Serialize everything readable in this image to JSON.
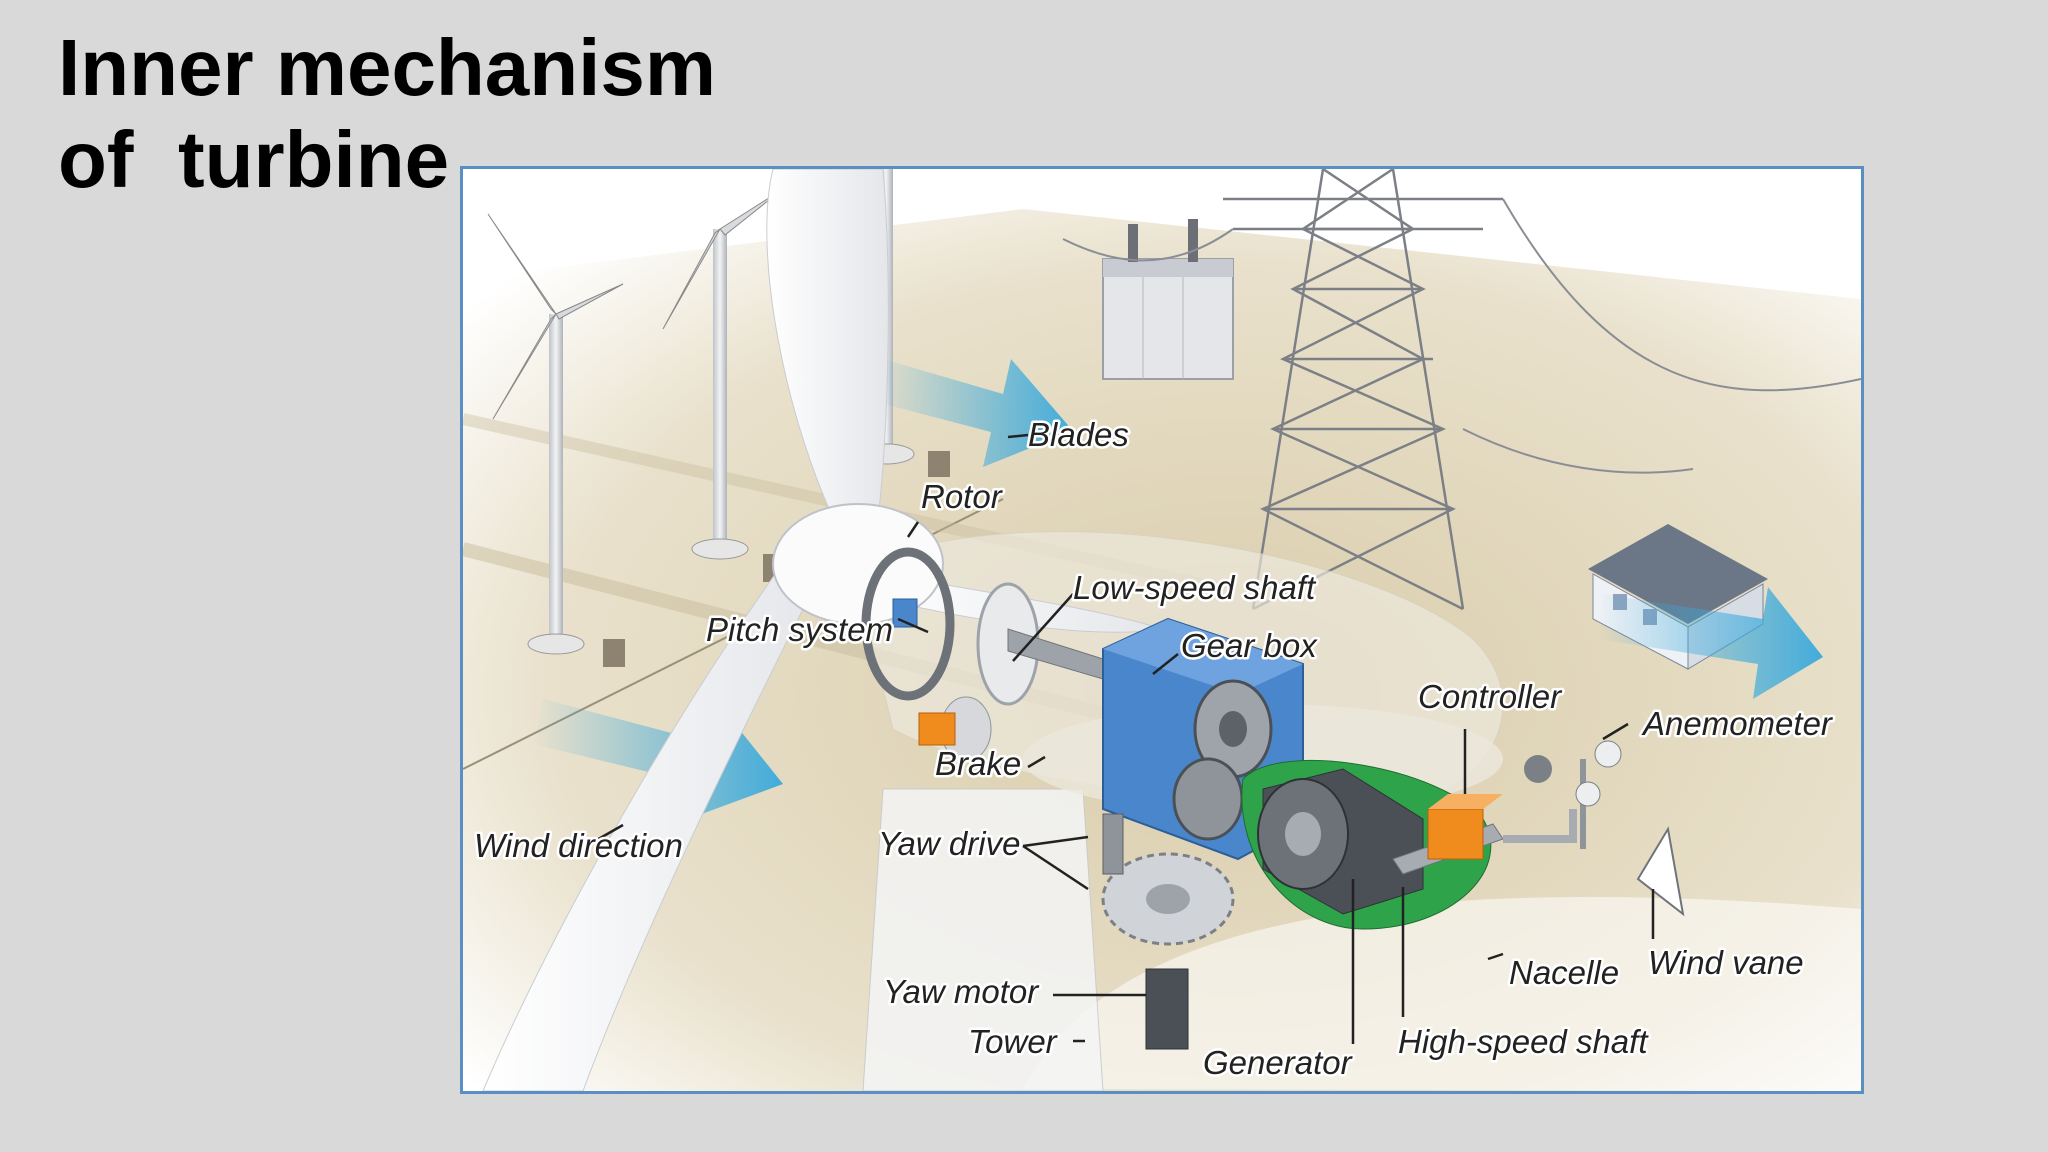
{
  "slide": {
    "title_line1": "Inner mechanism",
    "title_line2": "of  turbine"
  },
  "diagram": {
    "labels": {
      "blades": "Blades",
      "rotor": "Rotor",
      "pitch_system": "Pitch system",
      "low_speed_shaft": "Low-speed shaft",
      "gear_box": "Gear box",
      "controller": "Controller",
      "anemometer": "Anemometer",
      "brake": "Brake",
      "wind_direction": "Wind direction",
      "yaw_drive": "Yaw drive",
      "yaw_motor": "Yaw motor",
      "tower": "Tower",
      "generator": "Generator",
      "high_speed_shaft": "High-speed shaft",
      "nacelle": "Nacelle",
      "wind_vane": "Wind vane"
    },
    "colors": {
      "gearbox": "#4a86cc",
      "brake_controller": "#f08c1e",
      "generator_base": "#2fa34a",
      "wind_arrow": "#39a9dc",
      "ground": "#d9cfb4",
      "border": "#5a8fc4"
    }
  }
}
